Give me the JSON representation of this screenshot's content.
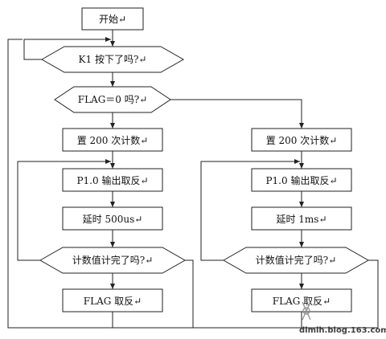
{
  "nodes": {
    "start": "开始",
    "k1_pressed": "K1 按下了吗?",
    "flag_zero": "FLAG＝0 吗?",
    "set_count_left": "置 200 次计数",
    "set_count_right": "置 200 次计数",
    "p10_toggle_left": "P1.0 输出取反",
    "p10_toggle_right": "P1.0 输出取反",
    "delay_left": "延时 500us",
    "delay_right": "延时 1ms",
    "count_done_left": "计数值计完了吗?",
    "count_done_right": "计数值计完了吗?",
    "flag_toggle_left": "FLAG 取反",
    "flag_toggle_right": "FLAG 取反"
  },
  "return_mark": "↵",
  "watermark": {
    "site": "dlmlh.blog.163.com"
  },
  "colors": {
    "stroke": "#222222",
    "fill": "#ffffff",
    "text": "#111111"
  }
}
